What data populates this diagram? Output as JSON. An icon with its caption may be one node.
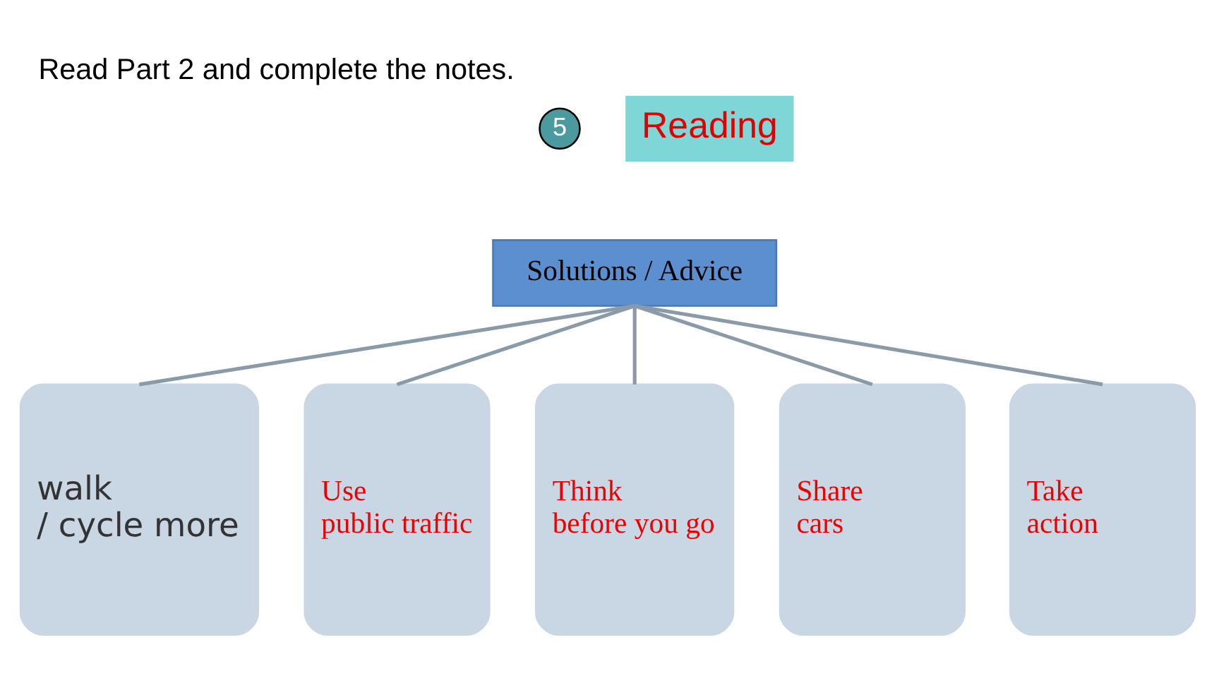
{
  "diagram": {
    "title": "Read Part 2 and complete the notes.",
    "nodes": [
      {
        "text": [
          "Solutions / Advice"
        ]
      },
      {
        "text": [
          "walk / cycle more"
        ]
      },
      {
        "text": [
          "Use public traffic"
        ]
      },
      {
        "text": [
          "Think before you go"
        ]
      },
      {
        "text": [
          "Share cars"
        ]
      },
      {
        "text": [
          "Take action"
        ]
      }
    ],
    "edges": [
      {
        "from": 0,
        "to": 1,
        "arrow": "none"
      },
      {
        "from": 0,
        "to": 2,
        "arrow": "none"
      },
      {
        "from": 0,
        "to": 3,
        "arrow": "none"
      },
      {
        "from": 0,
        "to": 4,
        "arrow": "none"
      },
      {
        "from": 0,
        "to": 5,
        "arrow": "none"
      }
    ],
    "labels": [
      "5",
      "Reading"
    ]
  }
}
